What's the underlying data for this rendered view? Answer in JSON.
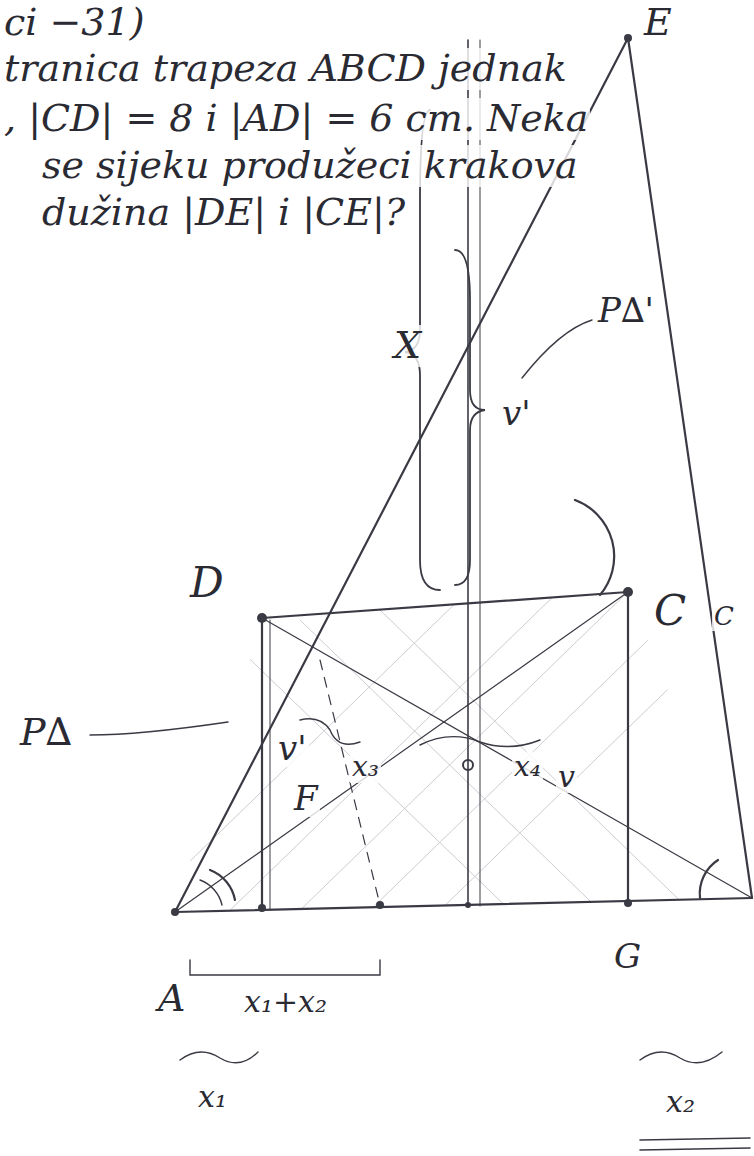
{
  "diagram": {
    "labels": [
      "ci −31)",
      "tranica trapeza ABCD jednak",
      ", |CD| = 8 i |AD| = 6 cm. Neka",
      "se sijeku produžeci krakova",
      "dužina |DE| i |CE|?",
      "E",
      "X",
      "P∆'",
      "v'",
      "D",
      "C",
      "C",
      "P∆",
      "v'",
      "x₃",
      "x₄",
      "v",
      "F",
      "G",
      "A",
      "x₁+x₂",
      "x₁",
      "x₂"
    ]
  }
}
